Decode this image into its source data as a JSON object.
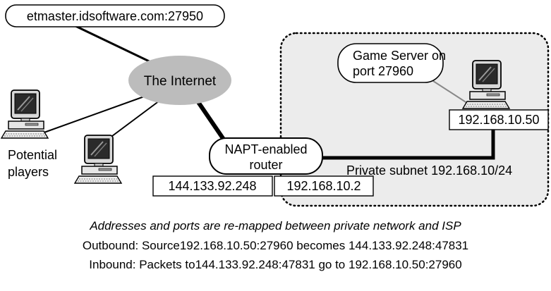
{
  "nodes": {
    "master_server": "etmaster.idsoftware.com:27950",
    "internet": "The Internet",
    "game_server": [
      "Game Server on",
      "port 27960"
    ],
    "server_ip": "192.168.10.50",
    "router": [
      "NAPT-enabled",
      "router"
    ],
    "router_public_ip": "144.133.92.248",
    "router_private_ip": "192.168.10.2",
    "subnet_label": "Private subnet 192.168.10/24",
    "players_label": [
      "Potential",
      "players"
    ]
  },
  "caption": {
    "line1": "Addresses and ports are re-mapped between private network and ISP",
    "line2": "Outbound: Source192.168.10.50:27960 becomes 144.133.92.248:47831",
    "line3": "Inbound: Packets to144.133.92.248:47831 go to 192.168.10.50:27960"
  },
  "colors": {
    "cloud_fill": "#bcbcbc",
    "subnet_fill": "#ececec",
    "line": "#000000"
  },
  "icons": [
    "computer-icon",
    "computer-icon",
    "computer-icon"
  ]
}
